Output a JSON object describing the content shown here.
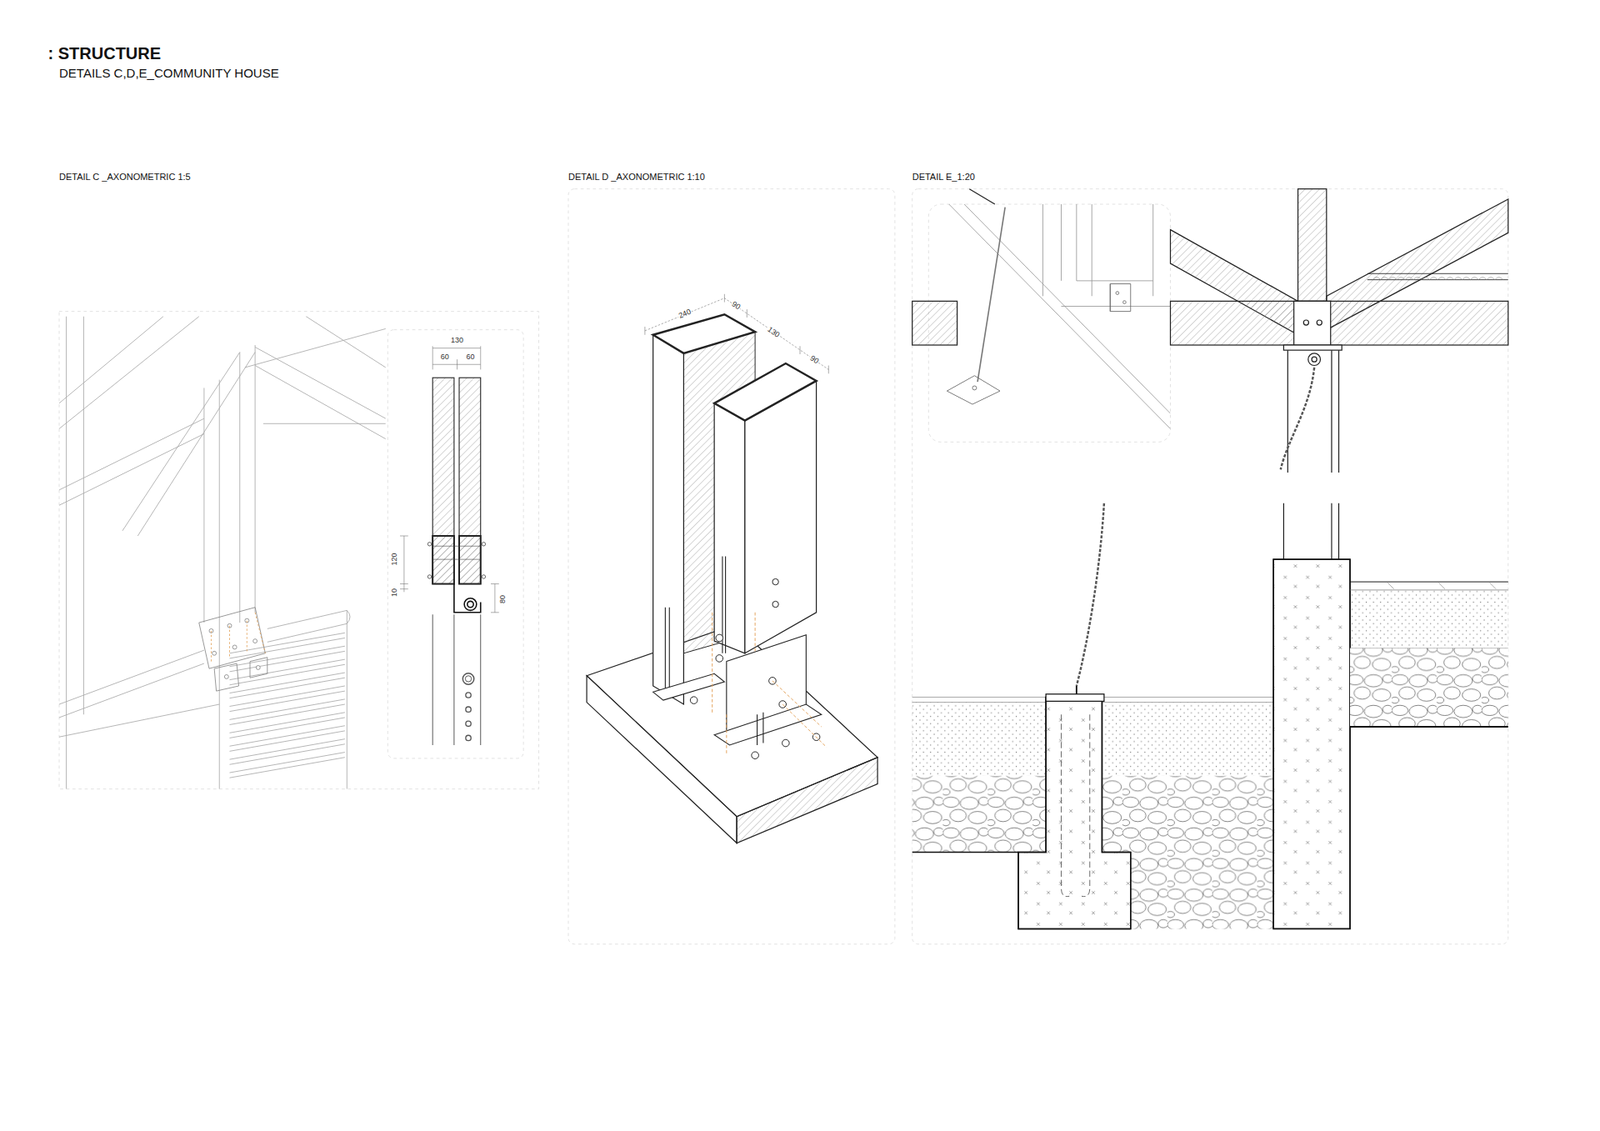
{
  "diagram": {
    "title": ": STRUCTURE",
    "nodes": [
      {
        "text": [
          "DETAIL C _AXONOMETRIC 1:5"
        ]
      },
      {
        "text": [
          "DETAIL D _AXONOMETRIC 1:10"
        ]
      },
      {
        "text": [
          "DETAIL E_1:20"
        ]
      }
    ],
    "labels": [
      "DETAILS C,D,E_COMMUNITY HOUSE",
      "130",
      "60",
      "60",
      "120",
      "10",
      "80",
      "240",
      "90",
      "130",
      "90"
    ]
  }
}
